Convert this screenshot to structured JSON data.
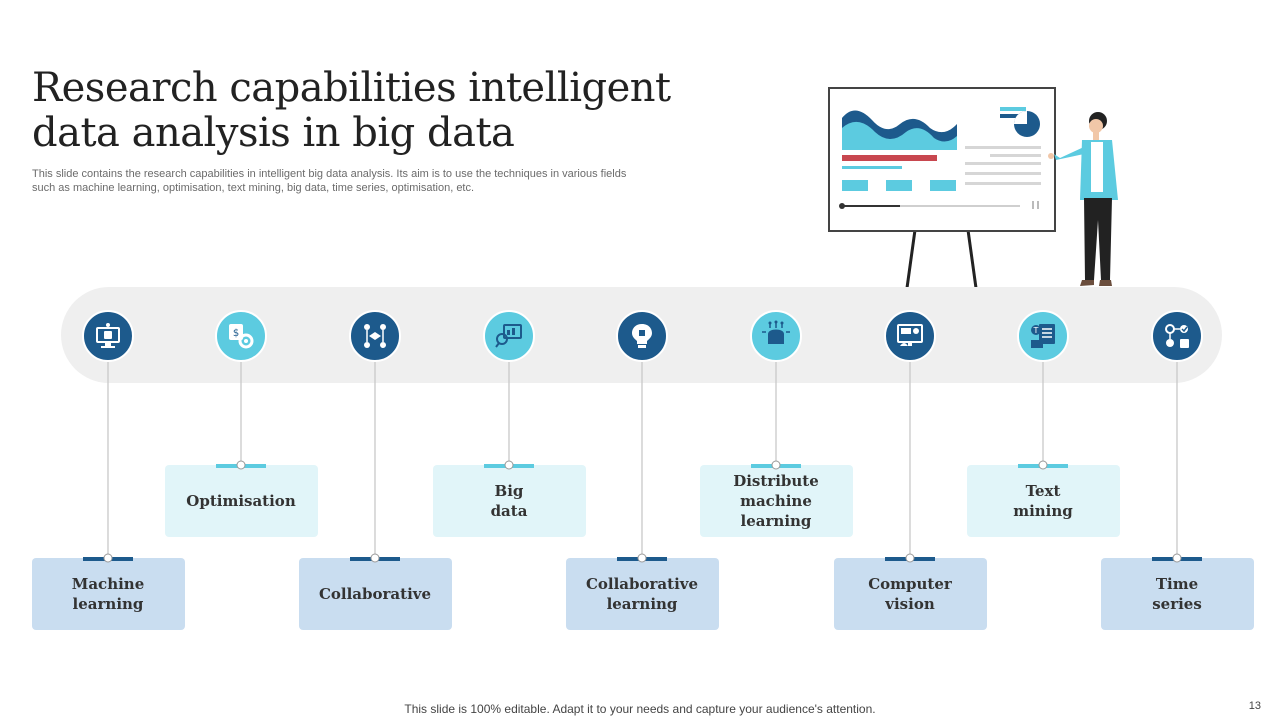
{
  "slide": {
    "title": "Research capabilities intelligent data analysis in big data",
    "subtitle": "This slide contains the research capabilities in intelligent big data analysis. Its aim is to use the techniques in various fields such as machine learning, optimisation, text mining, big data, time series, optimisation, etc.",
    "footer": "This slide is 100% editable. Adapt it to your needs and capture your audience's attention.",
    "page_number": "13"
  },
  "colors": {
    "dark_circle": "#1d5a8c",
    "light_circle": "#5ccbe0",
    "bottom_box": "#c9ddf0",
    "top_box": "#e1f5f9",
    "band": "#efefef"
  },
  "items": [
    {
      "label": "Machine\nlearning",
      "position": "bottom",
      "circle": "dark",
      "icon": "monitor-robot-icon"
    },
    {
      "label": "Optimisation",
      "position": "top",
      "circle": "light",
      "icon": "money-gear-icon"
    },
    {
      "label": "Collaborative",
      "position": "bottom",
      "circle": "dark",
      "icon": "network-handshake-icon"
    },
    {
      "label": "Big\ndata",
      "position": "top",
      "circle": "light",
      "icon": "magnifier-chart-icon"
    },
    {
      "label": "Collaborative\nlearning",
      "position": "bottom",
      "circle": "dark",
      "icon": "bulb-puzzle-icon"
    },
    {
      "label": "Distribute\nmachine\nlearning",
      "position": "top",
      "circle": "light",
      "icon": "brain-circuit-icon"
    },
    {
      "label": "Computer\nvision",
      "position": "bottom",
      "circle": "dark",
      "icon": "computer-screen-icon"
    },
    {
      "label": "Text\nmining",
      "position": "top",
      "circle": "light",
      "icon": "document-mining-icon"
    },
    {
      "label": "Time\nseries",
      "position": "bottom",
      "circle": "dark",
      "icon": "settings-timeline-icon"
    }
  ]
}
